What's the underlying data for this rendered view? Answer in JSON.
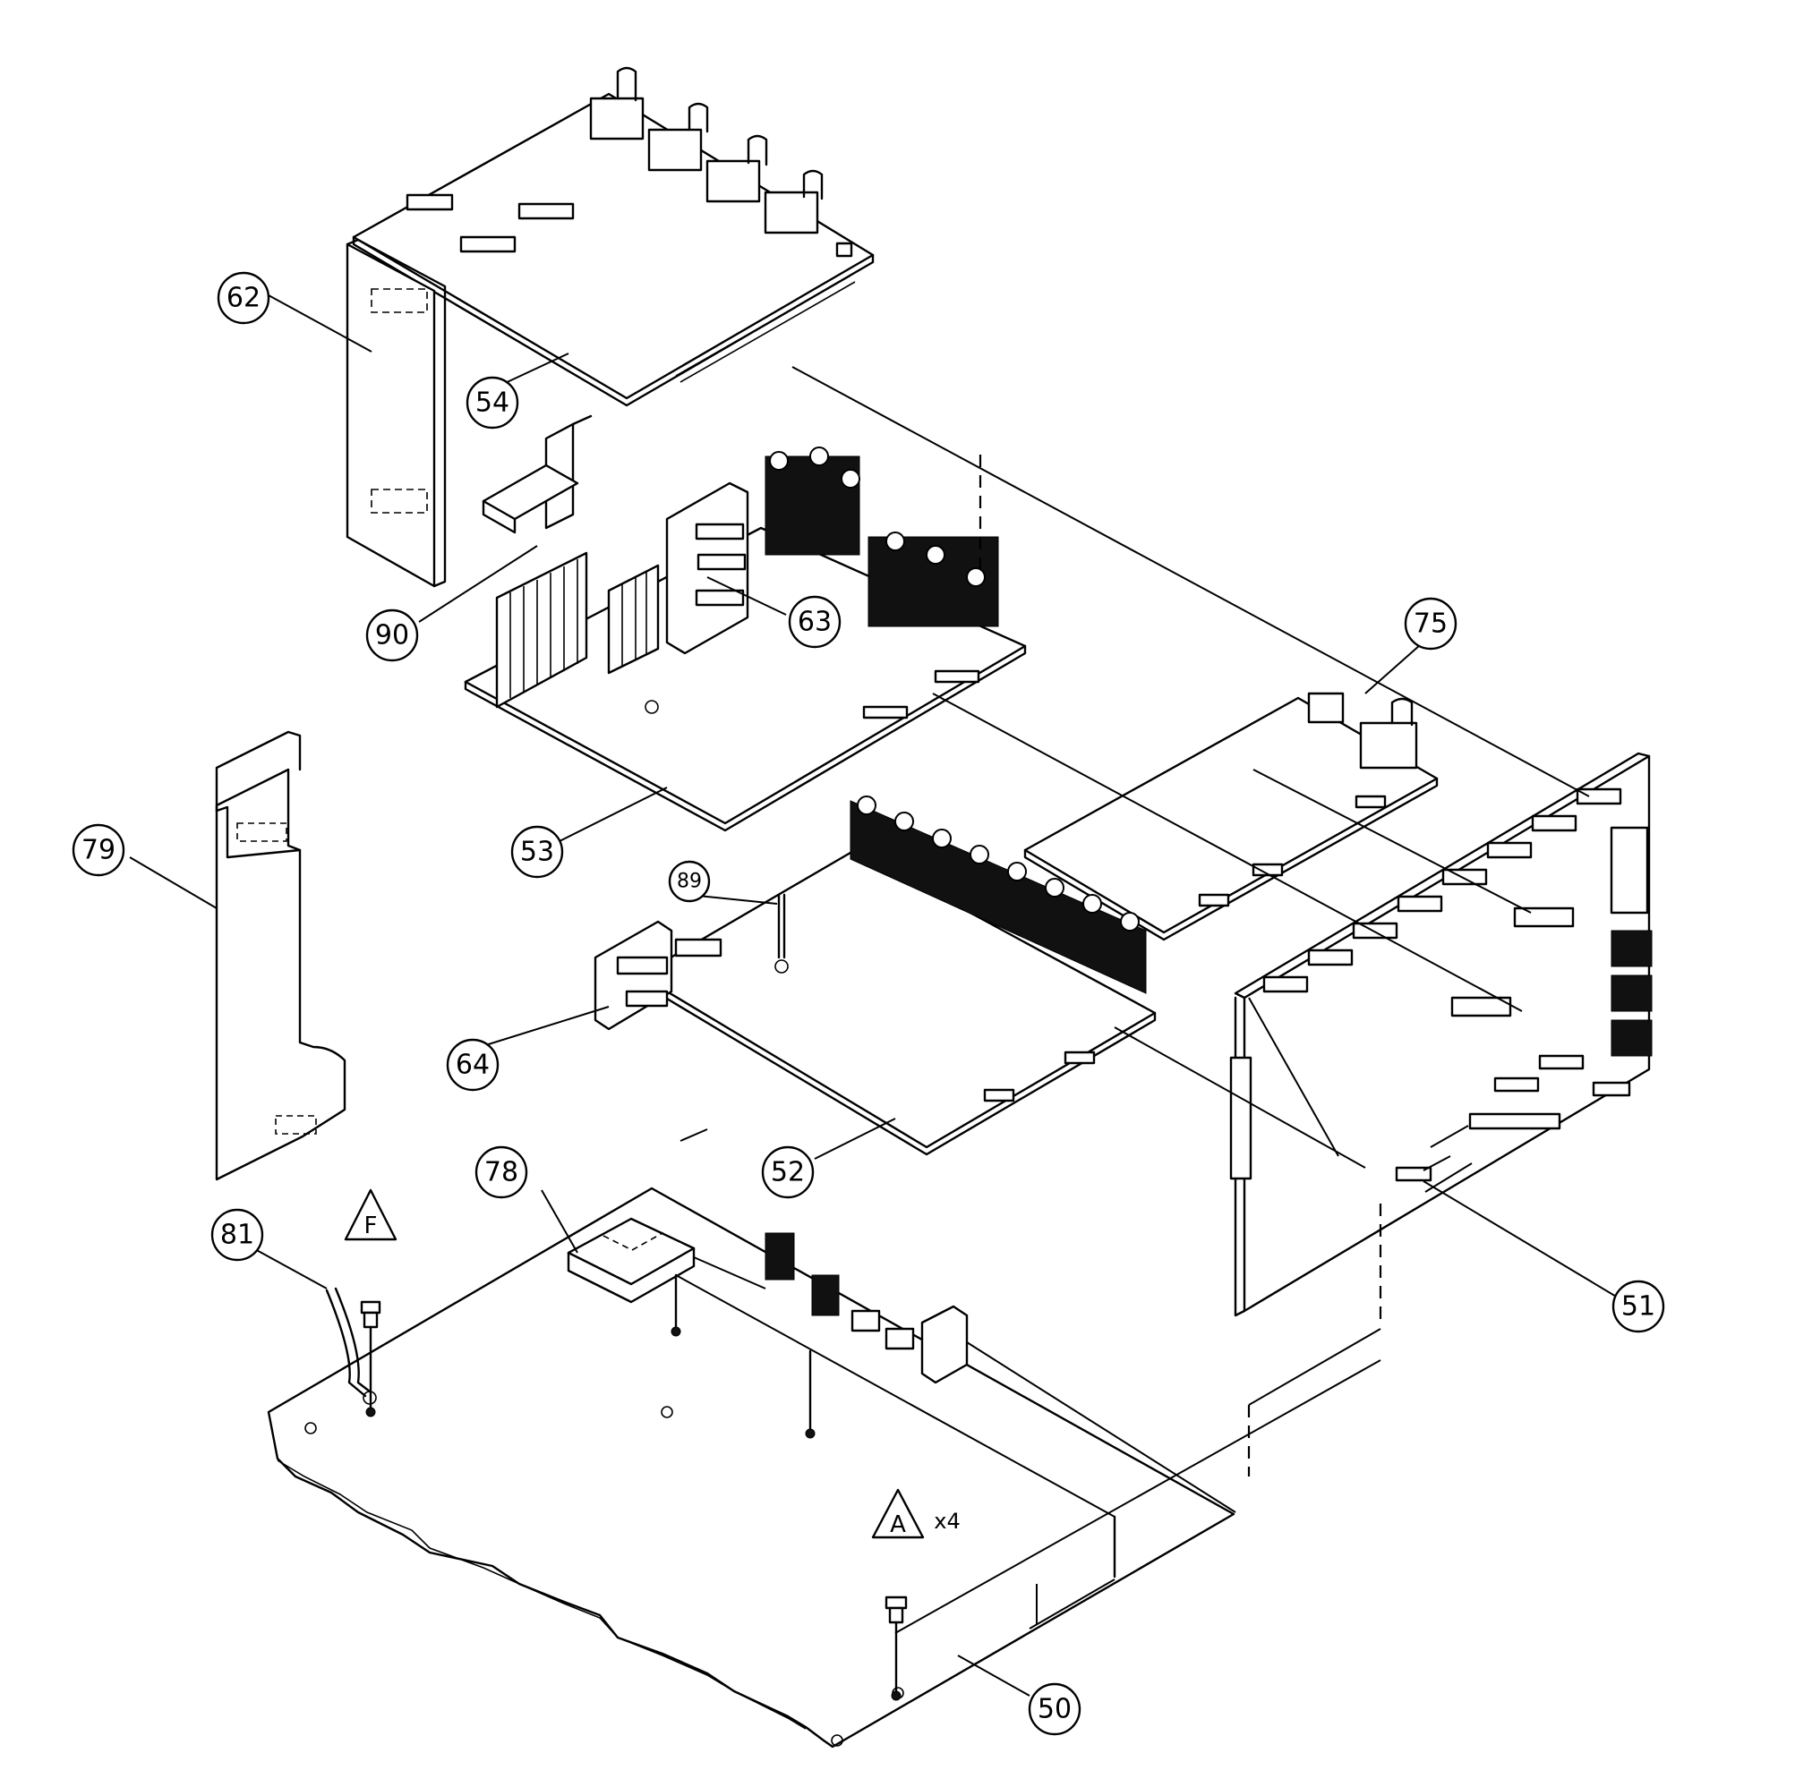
{
  "callouts": [
    {
      "id": "62",
      "label": "62"
    },
    {
      "id": "54",
      "label": "54"
    },
    {
      "id": "90",
      "label": "90"
    },
    {
      "id": "63",
      "label": "63"
    },
    {
      "id": "75",
      "label": "75"
    },
    {
      "id": "79",
      "label": "79"
    },
    {
      "id": "53",
      "label": "53"
    },
    {
      "id": "89",
      "label": "89"
    },
    {
      "id": "64",
      "label": "64"
    },
    {
      "id": "52",
      "label": "52"
    },
    {
      "id": "78",
      "label": "78"
    },
    {
      "id": "81",
      "label": "81"
    },
    {
      "id": "51",
      "label": "51"
    },
    {
      "id": "50",
      "label": "50"
    }
  ],
  "screw_marks": {
    "f": {
      "letter": "F",
      "qty": ""
    },
    "a": {
      "letter": "A",
      "qty": "x4"
    }
  }
}
